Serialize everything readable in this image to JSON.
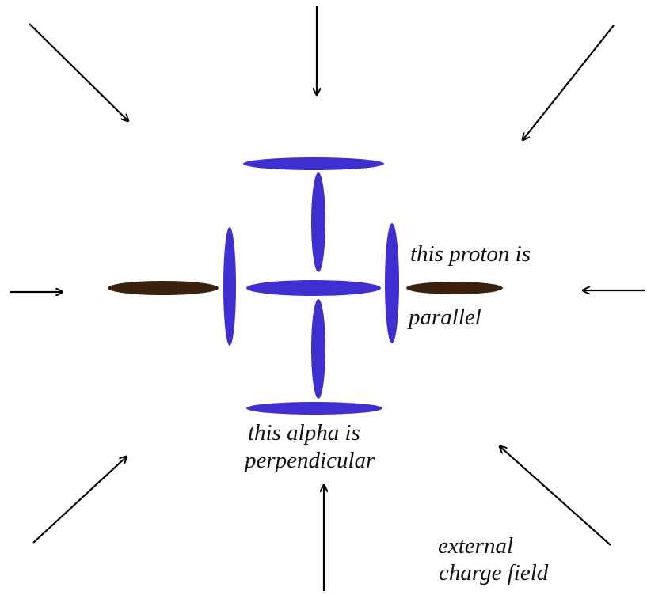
{
  "labels": {
    "proton_line1": "this proton is",
    "proton_line2": "parallel",
    "alpha_line1": "this alpha is",
    "alpha_line2": "perpendicular",
    "field_line1": "external",
    "field_line2": "charge field"
  },
  "colors": {
    "alpha_particles": "#3f2fd0",
    "proton_particles": "#3b220e",
    "arrows": "#000000"
  }
}
